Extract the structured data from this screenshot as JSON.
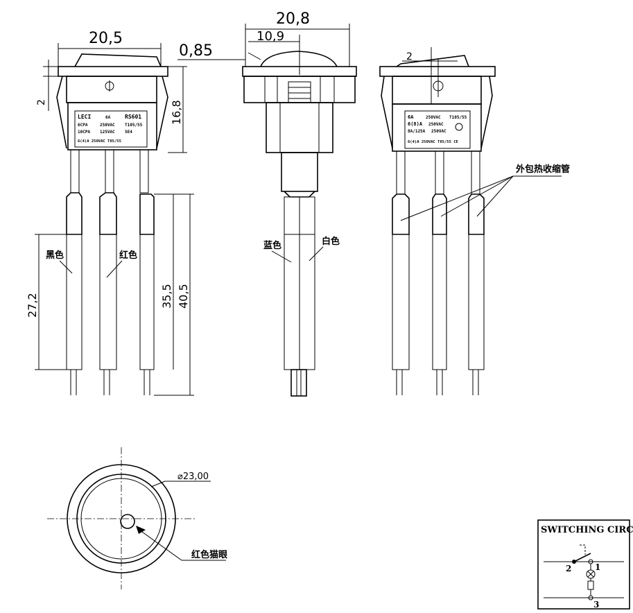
{
  "dimensions": {
    "front_width": "20,5",
    "front_height": "16,8",
    "front_small": "2",
    "side_width": "20,8",
    "side_center": "10,9",
    "side_offset": "0,85",
    "back_small": "2",
    "wire_27": "27,2",
    "wire_35": "35,5",
    "wire_40": "40,5",
    "diameter": "⌀23,00"
  },
  "labels": {
    "black": "黑色",
    "red": "红色",
    "blue": "蓝色",
    "white": "白色",
    "heat_shrink": "外包热收缩管",
    "red_eye": "红色猫眼"
  },
  "front_plate": {
    "brand": "LECI",
    "amp": "6A",
    "model": "RS601",
    "row2_a": "6CPA",
    "row2_b": "250VAC",
    "row2_c": "T105/55",
    "row3_a": "10CPA",
    "row3_b": "125VAC",
    "row3_c": "5E4",
    "row4": "6(4)A 250VAC T85/55"
  },
  "back_plate": {
    "r1_a": "6A",
    "r1_b": "250VAC",
    "r1_c": "T105/55",
    "r2_a": "6(8)A",
    "r2_b": "250VAC",
    "r3_a": "8A/125A",
    "r3_b": "250VAC",
    "r4": "6(4)A 250VAC T85/55 CE"
  },
  "circuit": {
    "title": "SWITCHING CIRCUIT",
    "p1": "1",
    "p2": "2",
    "p3": "3"
  }
}
